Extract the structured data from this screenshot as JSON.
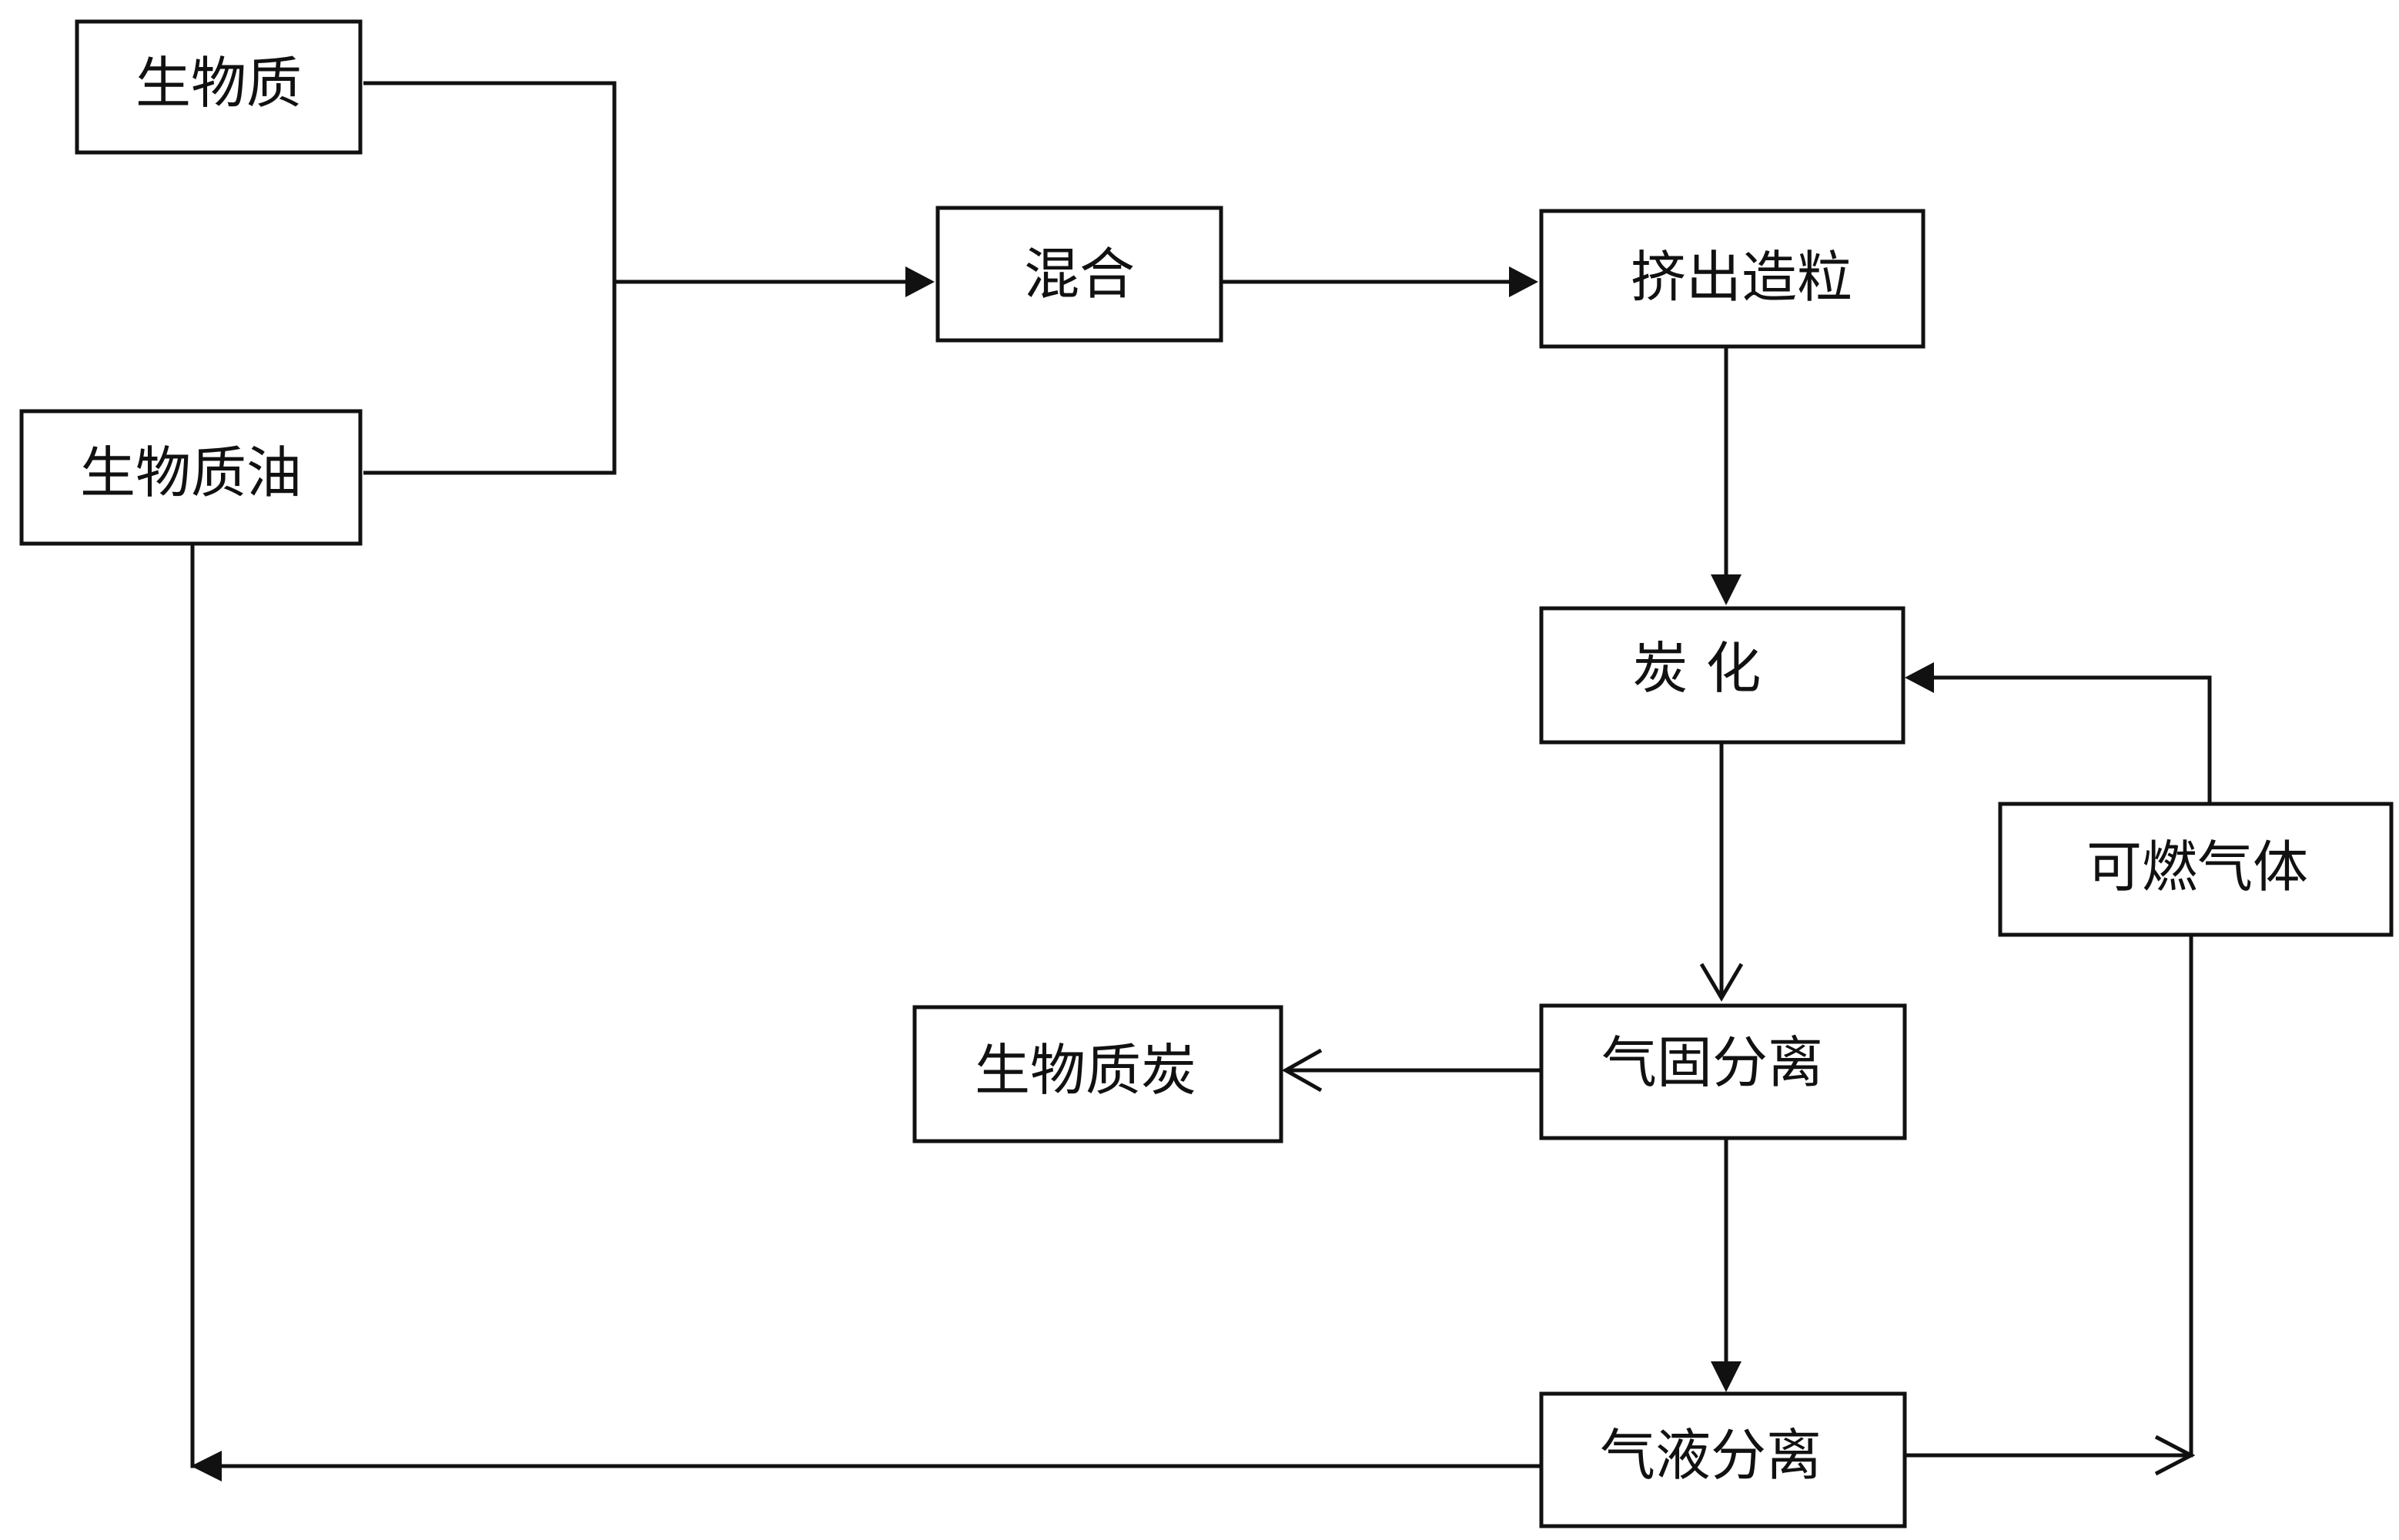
{
  "nodes": {
    "biomass": {
      "label": "生物质"
    },
    "bio_oil": {
      "label": "生物质油"
    },
    "mixing": {
      "label": "混合"
    },
    "extrusion": {
      "label": "挤出造粒"
    },
    "carbonization": {
      "label": "炭 化"
    },
    "combustible_gas": {
      "label": "可燃气体"
    },
    "gas_solid_separation": {
      "label": "气固分离"
    },
    "biochar": {
      "label": "生物质炭"
    },
    "gas_liquid_separation": {
      "label": "气液分离"
    }
  }
}
